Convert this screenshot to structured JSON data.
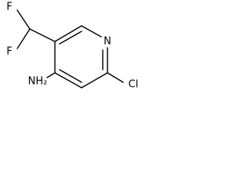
{
  "molecule": {
    "atoms": [
      {
        "id": "F1",
        "label": "F"
      },
      {
        "id": "F2",
        "label": "F"
      },
      {
        "id": "N1",
        "label": "N"
      },
      {
        "id": "NH2",
        "label": "NH₂"
      },
      {
        "id": "Cl",
        "label": "Cl"
      }
    ]
  }
}
